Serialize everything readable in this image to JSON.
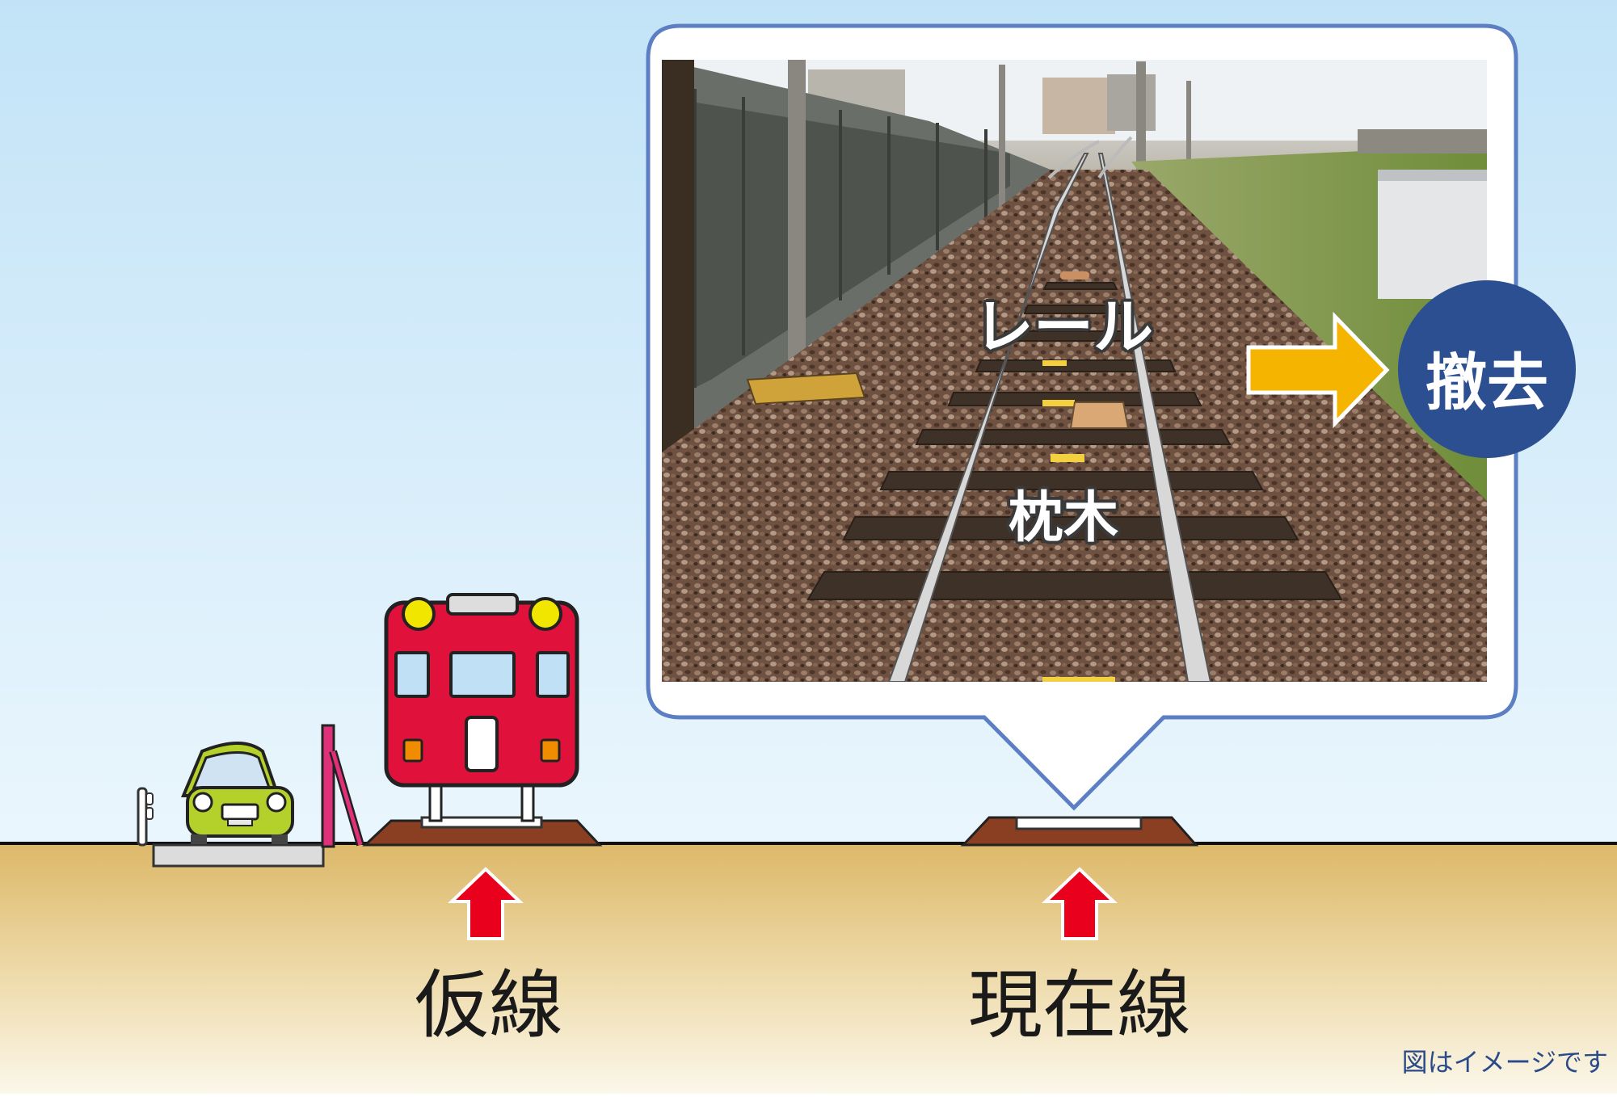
{
  "labels": {
    "temporary_track": "仮線",
    "current_track": "現在線",
    "rail": "レール",
    "sleeper": "枕木",
    "removal": "撤去",
    "disclaimer": "図はイメージです"
  },
  "colors": {
    "sky_top": "#c2e3f7",
    "sky_bottom": "#eaf6fd",
    "ground_top": "#dcb869",
    "ground_bottom": "#fbf7ea",
    "ballast": "#8b3f22",
    "train_red": "#e0123c",
    "car_green": "#b4d02a",
    "arrow_red": "#e8001c",
    "arrow_yellow": "#f5b400",
    "circle_navy": "#2c4f91",
    "callout_border": "#5b7fc2"
  }
}
